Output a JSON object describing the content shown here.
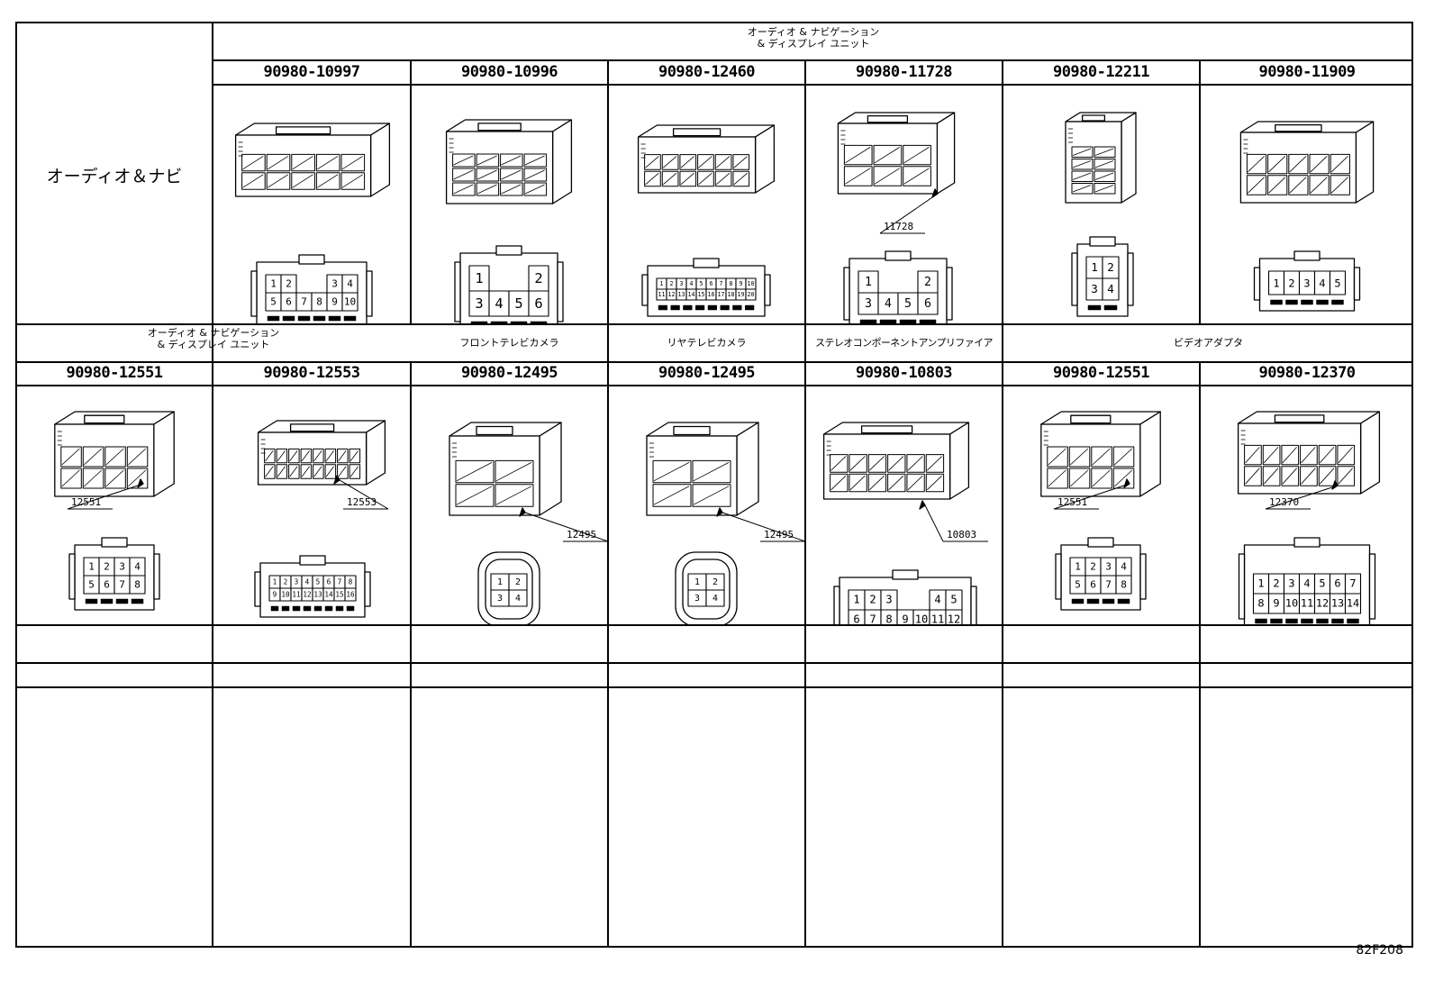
{
  "page_code": "82F208",
  "row_label": "オーディオ＆ナビ",
  "top_row": {
    "group_header": [
      "オーディオ & ナビゲーション",
      "& ディスプレイ ユニット"
    ],
    "connectors": [
      {
        "part_number": "90980-10997",
        "pins": [
          "1",
          "2",
          "3",
          "4",
          "5",
          "6",
          "7",
          "8",
          "9",
          "10"
        ]
      },
      {
        "part_number": "90980-10996",
        "pins": [
          "1",
          "2",
          "3",
          "4",
          "5",
          "6"
        ]
      },
      {
        "part_number": "90980-12460",
        "pins": [
          "1",
          "2",
          "3",
          "4",
          "5",
          "6",
          "7",
          "8",
          "9",
          "10",
          "11",
          "12",
          "13",
          "14",
          "15",
          "16",
          "17",
          "18",
          "19",
          "20"
        ]
      },
      {
        "part_number": "90980-11728",
        "callout": "11728",
        "pins": [
          "1",
          "2",
          "3",
          "4",
          "5",
          "6"
        ]
      },
      {
        "part_number": "90980-12211",
        "pins": [
          "1",
          "2",
          "3",
          "4"
        ]
      },
      {
        "part_number": "90980-11909",
        "pins": [
          "1",
          "2",
          "3",
          "4",
          "5"
        ]
      }
    ]
  },
  "bottom_row": {
    "headers": [
      [
        "オーディオ & ナビゲーション",
        "& ディスプレイ ユニット"
      ],
      [
        "フロントテレビカメラ"
      ],
      [
        "リヤテレビカメラ"
      ],
      [
        "ステレオコンポーネントアンプリファイア"
      ],
      [
        "ビデオアダプタ"
      ]
    ],
    "connectors": [
      {
        "part_number": "90980-12551",
        "callout": "12551",
        "pins": [
          "1",
          "2",
          "3",
          "4",
          "5",
          "6",
          "7",
          "8"
        ]
      },
      {
        "part_number": "90980-12553",
        "callout": "12553",
        "pins": [
          "1",
          "2",
          "3",
          "4",
          "5",
          "6",
          "7",
          "8",
          "9",
          "10",
          "11",
          "12",
          "13",
          "14",
          "15",
          "16"
        ]
      },
      {
        "part_number": "90980-12495",
        "callout": "12495",
        "pins": [
          "1",
          "2",
          "3",
          "4"
        ]
      },
      {
        "part_number": "90980-12495",
        "callout": "12495",
        "pins": [
          "1",
          "2",
          "3",
          "4"
        ]
      },
      {
        "part_number": "90980-10803",
        "callout": "10803",
        "pins": [
          "1",
          "2",
          "3",
          "4",
          "5",
          "6",
          "7",
          "8",
          "9",
          "10",
          "11",
          "12"
        ]
      },
      {
        "part_number": "90980-12551",
        "callout": "12551",
        "pins": [
          "1",
          "2",
          "3",
          "4",
          "5",
          "6",
          "7",
          "8"
        ]
      },
      {
        "part_number": "90980-12370",
        "callout": "12370",
        "pins": [
          "1",
          "2",
          "3",
          "4",
          "5",
          "6",
          "7",
          "8",
          "9",
          "10",
          "11",
          "12",
          "13",
          "14"
        ]
      }
    ]
  }
}
